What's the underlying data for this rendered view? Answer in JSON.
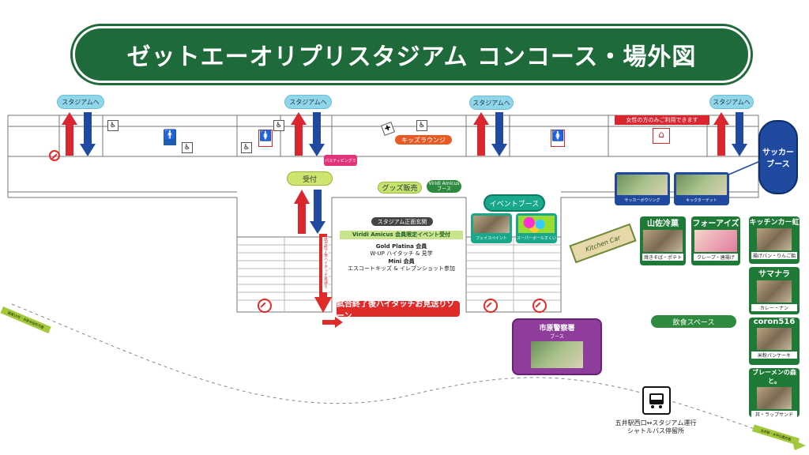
{
  "title": "ゼットエーオリプリスタジアム コンコース・場外図",
  "to_stadium": "スタジアムへ",
  "reception": "受付",
  "goods": "グッズ販売",
  "viridi_booth": "Viridi Amicus",
  "viridi_booth_sub": "ブース",
  "kids": "キッズラウンジ",
  "party": "パスティピングミ",
  "event_booth": "イベントブース",
  "face_paint": "フェイスペイント",
  "super_ball": "スーパーボールすくい",
  "ladies": "女性の方のみご利用できます",
  "soccer_booth": "サッカーブース",
  "bowling": "サッカーボウリング",
  "kick_target": "キックターゲット",
  "main_entrance": "スタジアム正面玄関",
  "viridi_event": "Viridi Amicus 会員限定イベント受付",
  "gold": "Gold Platina 会員",
  "gold_detail": "W-UP ハイタッチ & 見学",
  "mini": "Mini 会員",
  "mini_detail": "エスコートキッズ & イレブンショット参加",
  "vertical_note": "試合終了後ハイタッチ見送り",
  "hightouch_zone": "試合終了後ハイタッチお見送りゾーン",
  "police": "市原警察署",
  "police_sub": "ブース",
  "kitchen_car_sign": "Kitchen Car",
  "dining": "飲食スペース",
  "bus_stop": "五井駅西口↔スタジアム運行",
  "bus_stop2": "シャトルバス停留所",
  "road_left": "国道16号・市原市役所方面",
  "road_right": "五井駅・大坪公園方面",
  "stalls": [
    {
      "name": "山佐冷菓",
      "sub": "焼きそば・ポテト"
    },
    {
      "name": "フォーアイズ",
      "sub": "クレープ・唐揚げ"
    }
  ],
  "right_stalls": [
    {
      "name": "キッチンカー虹",
      "sub": "揚げパン・りんご飴"
    },
    {
      "name": "サマナラ",
      "sub": "カレー・ナン"
    },
    {
      "name": "coron516",
      "sub": "米粉パンケーキ"
    },
    {
      "name": "ブレーメンの森と。",
      "sub": "丼・ラップサンド"
    }
  ],
  "colors": {
    "green": "#1f6a3a",
    "red": "#d9262f",
    "blue": "#1f4aa0",
    "sky": "#8fd6ea"
  }
}
